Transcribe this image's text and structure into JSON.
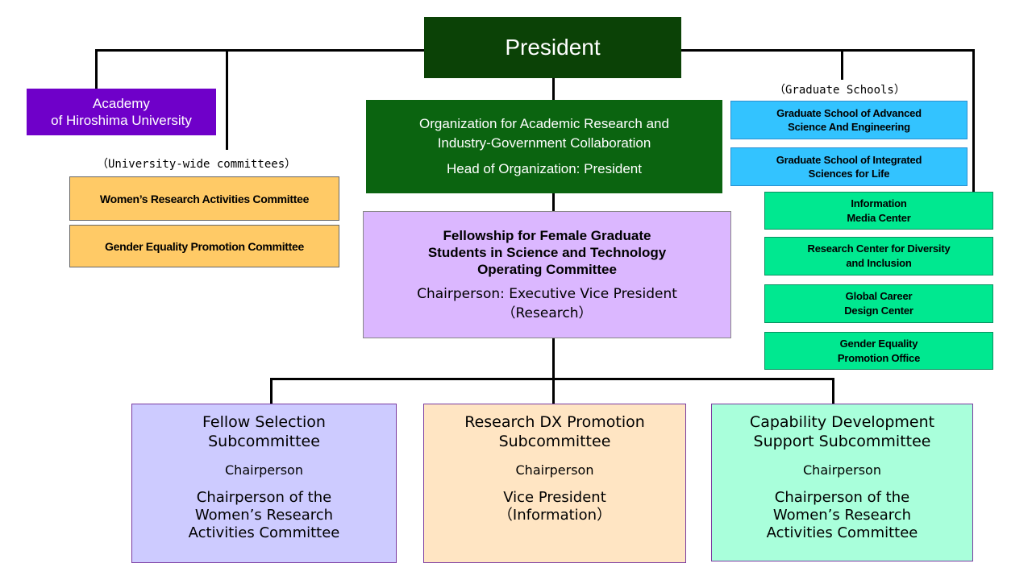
{
  "president": {
    "label": "President"
  },
  "academy": {
    "label": "Academy\nof Hiroshima University"
  },
  "university_wide_committees": {
    "caption": "（University-wide committees）",
    "items": [
      {
        "label": "Women’s Research Activities Committee"
      },
      {
        "label": "Gender Equality Promotion Committee"
      }
    ]
  },
  "organization": {
    "name": "Organization for Academic Research and\nIndustry-Government Collaboration",
    "head": "Head of Organization: President"
  },
  "fellowship_committee": {
    "title": "Fellowship for Female Graduate\nStudents in Science and Technology\nOperating Committee",
    "chairperson": "Chairperson: Executive Vice President\n（Research）"
  },
  "graduate_schools": {
    "caption": "（Graduate Schools）",
    "items": [
      {
        "label": "Graduate School of Advanced\nScience And Engineering"
      },
      {
        "label": "Graduate School of Integrated\nSciences for Life"
      }
    ]
  },
  "centers": [
    {
      "label": "Information\nMedia Center"
    },
    {
      "label": "Research Center for Diversity\nand Inclusion"
    },
    {
      "label": "Global Career\nDesign Center"
    },
    {
      "label": "Gender Equality\nPromotion Office"
    }
  ],
  "subcommittees": [
    {
      "name": "Fellow Selection\nSubcommittee",
      "chair_label": "Chairperson",
      "chair_value": "Chairperson of the\nWomen’s Research\nActivities Committee"
    },
    {
      "name": "Research DX Promotion\nSubcommittee",
      "chair_label": "Chairperson",
      "chair_value": "Vice President\n（Information）"
    },
    {
      "name": "Capability Development\nSupport Subcommittee",
      "chair_label": "Chairperson",
      "chair_value": "Chairperson of the\nWomen’s Research\nActivities Committee"
    }
  ]
}
